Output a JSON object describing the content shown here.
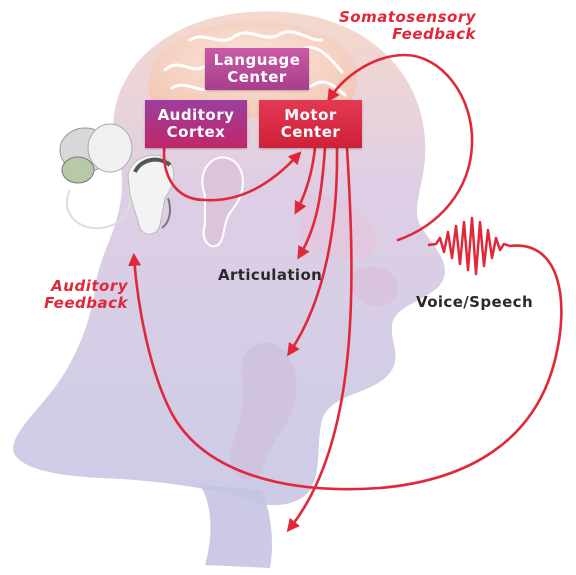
{
  "boxes": {
    "language": {
      "line1": "Language",
      "line2": "Center"
    },
    "auditory": {
      "line1": "Auditory",
      "line2": "Cortex"
    },
    "motor": {
      "line1": "Motor",
      "line2": "Center"
    }
  },
  "labels": {
    "somatosensory_line1": "Somatosensory",
    "somatosensory_line2": "Feedback",
    "auditory_feedback_line1": "Auditory",
    "auditory_feedback_line2": "Feedback",
    "articulation": "Articulation",
    "voice_speech": "Voice/Speech"
  },
  "colors": {
    "arrow": "#e0283a",
    "head_silhouette": "#c9c6e2",
    "brain": "#f5d8c8"
  },
  "icons": [
    "cochlear-implant-device-icon",
    "sound-wave-icon"
  ]
}
